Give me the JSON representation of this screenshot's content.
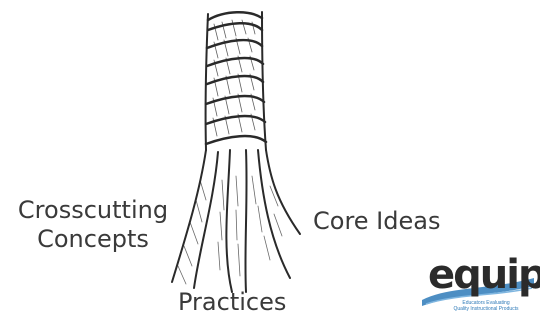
{
  "labels": {
    "crosscutting_line1": "Crosscutting",
    "crosscutting_line2": "Concepts",
    "core_ideas": "Core Ideas",
    "practices": "Practices"
  },
  "logo": {
    "word": "equip",
    "tagline_line1": "Educators Evaluating",
    "tagline_line2": "Quality Instructional Products",
    "wave_color": "#2e7ab8"
  },
  "illustration": {
    "subject": "twisted rope with three strands unraveling at the bottom",
    "stroke_color": "#2a2a2a"
  }
}
